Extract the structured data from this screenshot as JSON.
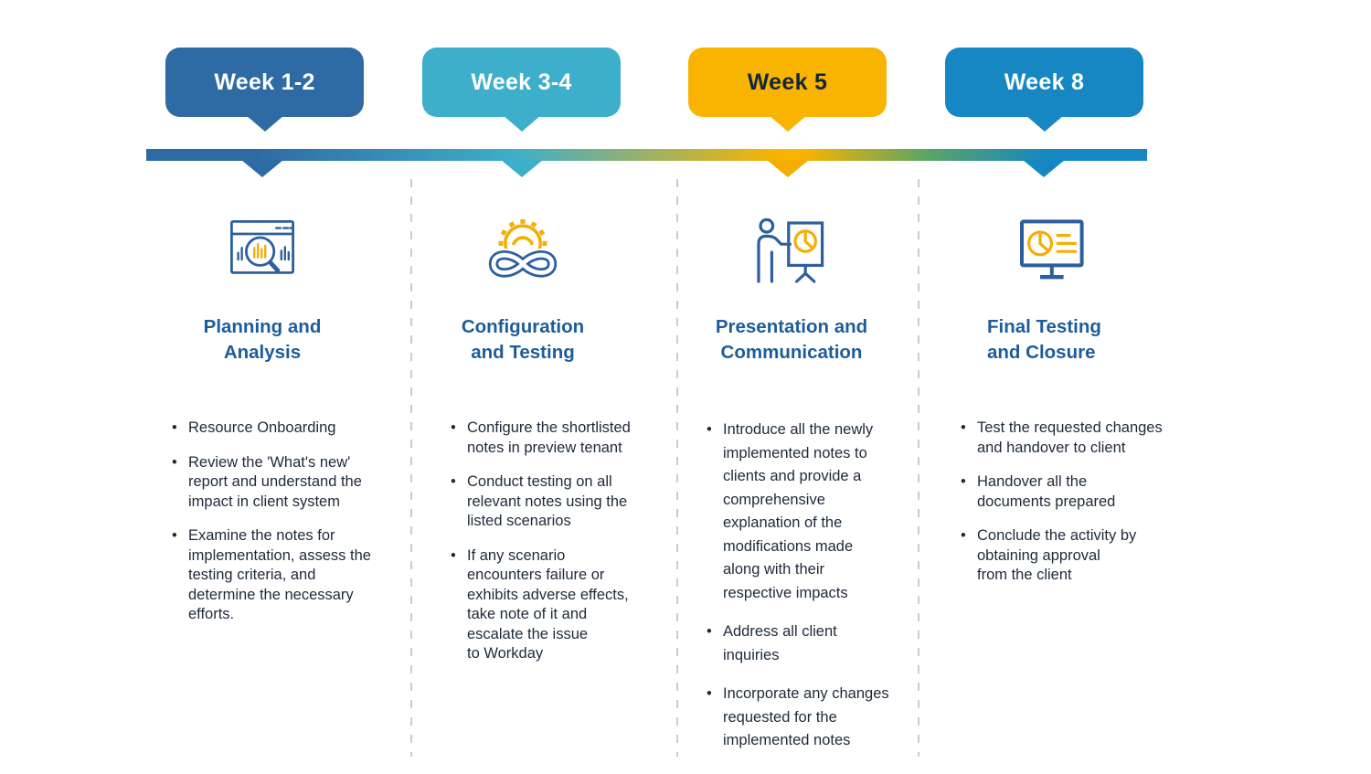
{
  "timeline": {
    "milestones": [
      {
        "label": "Week 1-2",
        "badge_color": "#2e6ba4",
        "text_color": "#ffffff"
      },
      {
        "label": "Week 3-4",
        "badge_color": "#3eafcb",
        "text_color": "#ffffff"
      },
      {
        "label": "Week 5",
        "badge_color": "#f8b400",
        "text_color": "#14263f"
      },
      {
        "label": "Week 8",
        "badge_color": "#1687c3",
        "text_color": "#ffffff"
      }
    ],
    "bar_gradient": [
      "#2e6ba4",
      "#3eafcb",
      "#f8b400",
      "#5aa564",
      "#1687c3"
    ]
  },
  "colors": {
    "title_blue": "#1d5c9b",
    "body_text": "#1e2a3a",
    "icon_blue": "#2c5f9e",
    "icon_yellow": "#f5ae04",
    "separator_gray": "#c7ccd2"
  },
  "columns": [
    {
      "icon": "analysis-magnifier-icon",
      "title_line1": "Planning and",
      "title_line2": "Analysis",
      "bullets": [
        "Resource Onboarding",
        "Review the 'What's new'\nreport and understand the\nimpact in client system",
        "Examine the notes for\nimplementation, assess the\ntesting criteria, and\ndetermine the necessary\nefforts."
      ]
    },
    {
      "icon": "devops-gear-infinity-icon",
      "title_line1": "Configuration",
      "title_line2": "and Testing",
      "bullets": [
        "Configure the shortlisted\nnotes in preview tenant",
        "Conduct testing on all\nrelevant notes using the\nlisted scenarios",
        "If any scenario\nencounters failure or\nexhibits adverse effects,\ntake note of it and\nescalate the issue\nto Workday"
      ]
    },
    {
      "icon": "presentation-board-icon",
      "title_line1": "Presentation and",
      "title_line2": "Communication",
      "bullets": [
        "Introduce all the newly\nimplemented notes to\nclients and provide a\ncomprehensive\nexplanation of the\nmodifications made\nalong with their\nrespective impacts",
        "Address all client\ninquiries",
        "Incorporate any changes\nrequested for the\nimplemented notes"
      ]
    },
    {
      "icon": "report-monitor-icon",
      "title_line1": "Final Testing",
      "title_line2": "and Closure",
      "bullets": [
        "Test the requested changes\nand handover to client",
        "Handover all the\ndocuments prepared",
        "Conclude the activity by\nobtaining approval\nfrom the client"
      ]
    }
  ]
}
